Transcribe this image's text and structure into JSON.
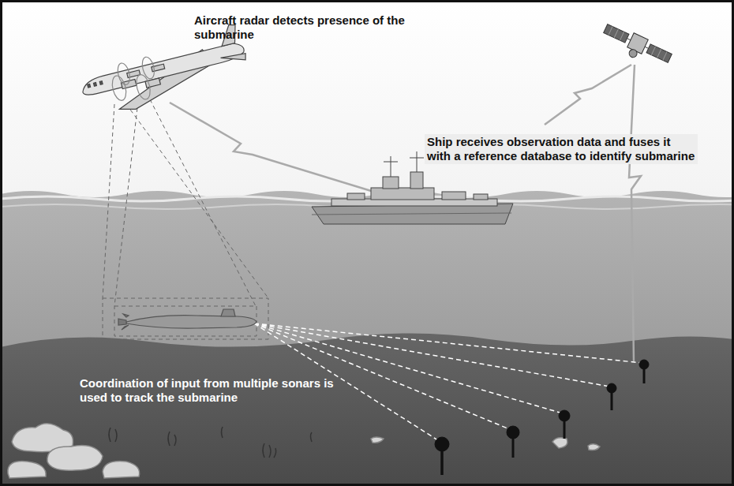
{
  "diagram": {
    "labels": [
      "Aircraft radar detects presence of the submarine",
      "Ship receives observation data and fuses it with a reference database to identify submarine",
      "Coordination of input from multiple sonars is used to track the submarine"
    ]
  }
}
